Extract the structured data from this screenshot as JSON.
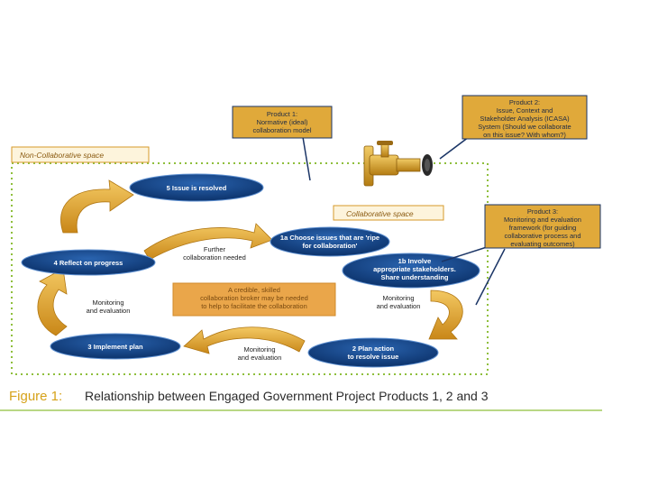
{
  "products": {
    "p1": {
      "lines": [
        "Product 1:",
        "Normative (ideal)",
        "collaboration model"
      ]
    },
    "p2": {
      "lines": [
        "Product 2:",
        "Issue, Context and",
        "Stakeholder Analysis (ICASA)",
        "System (Should we collaborate",
        "on this issue? With whom?)"
      ]
    },
    "p3": {
      "lines": [
        "Product 3:",
        "Monitoring and evaluation",
        "framework (for guiding",
        "collaborative process and",
        "evaluating outcomes)"
      ]
    }
  },
  "spaces": {
    "non_collaborative": "Non-Collaborative space",
    "collaborative": "Collaborative space"
  },
  "nodes": {
    "n5": "5 Issue is resolved",
    "n1a": [
      "1a Choose issues that are 'ripe",
      "for collaboration'"
    ],
    "n1b": [
      "1b Involve",
      "appropriate stakeholders.",
      "Share understanding"
    ],
    "n2": [
      "2 Plan action",
      "to resolve issue"
    ],
    "n3": "3 Implement plan",
    "n4": "4 Reflect on progress"
  },
  "labels": {
    "further": [
      "Further",
      "collaboration needed"
    ],
    "monitoring_left": [
      "Monitoring",
      "and evaluation"
    ],
    "monitoring_right": [
      "Monitoring",
      "and evaluation"
    ],
    "monitoring_bottom": [
      "Monitoring",
      "and evaluation"
    ]
  },
  "broker_note": [
    "A credible, skilled",
    "collaboration broker may be needed",
    "to help to facilitate the collaboration"
  ],
  "caption": {
    "number": "Figure 1:",
    "text": "Relationship between Engaged Government Project Products 1, 2 and 3"
  },
  "colors": {
    "node_fill": "#0b3a78",
    "arrow_fill": "#e3a52c",
    "product_fill": "#e0a93a",
    "border": "#8fbf3c"
  }
}
